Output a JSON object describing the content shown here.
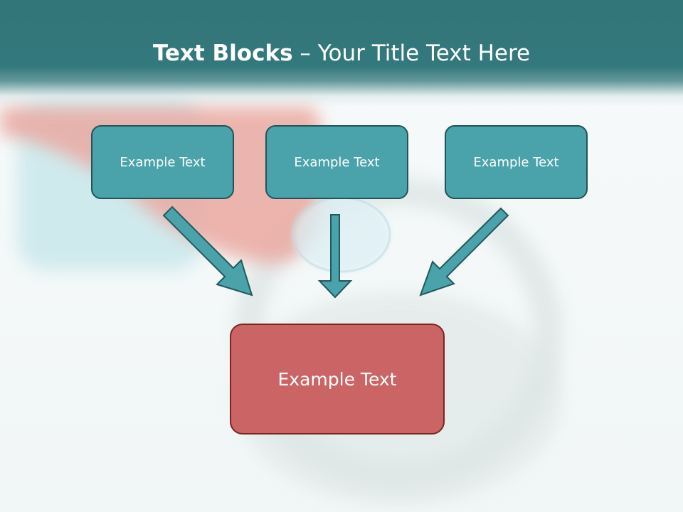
{
  "slide": {
    "title_bold": "Text Blocks",
    "title_dash": " – ",
    "title_rest": "Your Title Text Here"
  },
  "blocks": {
    "top_left": "Example Text",
    "top_center": "Example Text",
    "top_right": "Example Text",
    "bottom": "Example Text"
  },
  "colors": {
    "header": "#33787c",
    "teal_box": "#4aa2aa",
    "teal_border": "#1f5559",
    "red_box": "#cb6464",
    "red_border": "#7c2424",
    "arrow_fill": "#4aa2aa",
    "arrow_stroke": "#22595d"
  }
}
